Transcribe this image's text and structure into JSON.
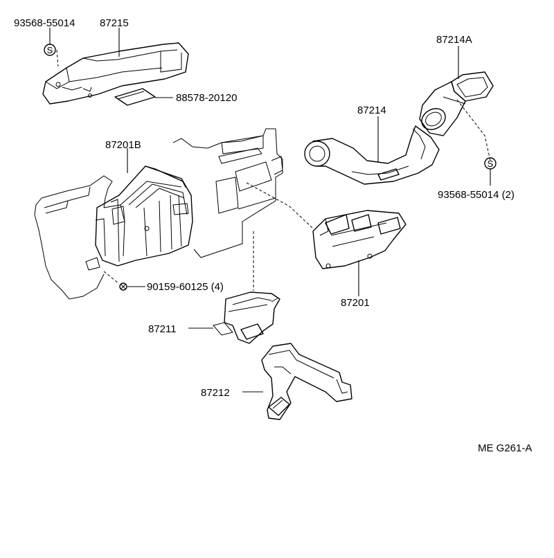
{
  "diagram_code": "ME G261-A",
  "labels": {
    "p93568_top": "93568-55014",
    "p87215": "87215",
    "p88578": "88578-20120",
    "p87214A": "87214A",
    "p87214": "87214",
    "p87201B": "87201B",
    "p93568_right": "93568-55014 (2)",
    "p90159": "90159-60125 (4)",
    "p87201": "87201",
    "p87211": "87211",
    "p87212": "87212",
    "symbol_s": "S"
  }
}
